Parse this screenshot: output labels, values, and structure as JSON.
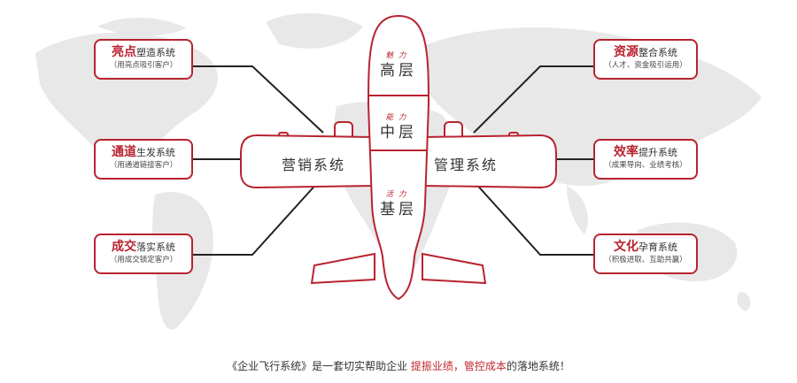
{
  "colors": {
    "accent": "#b8232f",
    "line": "#222222",
    "map": "#e6e6e6"
  },
  "left_boxes": [
    {
      "highlight": "亮点",
      "rest": "塑造系统",
      "sub": "（用亮点吸引客户）"
    },
    {
      "highlight": "通道",
      "rest": "生发系统",
      "sub": "（用通道链接客户）"
    },
    {
      "highlight": "成交",
      "rest": "落实系统",
      "sub": "（用成交锁定客户）"
    }
  ],
  "right_boxes": [
    {
      "highlight": "资源",
      "rest": "整合系统",
      "sub": "（人才、资金吸引运用）"
    },
    {
      "highlight": "效率",
      "rest": "提升系统",
      "sub": "（成果导向、业绩考核）"
    },
    {
      "highlight": "文化",
      "rest": "孕育系统",
      "sub": "（积极进取、互助共赢）"
    }
  ],
  "plane": {
    "levels": [
      {
        "small": "魅力",
        "big": "高层"
      },
      {
        "small": "能力",
        "big": "中层"
      },
      {
        "small": "活力",
        "big": "基层"
      }
    ],
    "left_wing": "营销系统",
    "right_wing": "管理系统"
  },
  "caption": {
    "prefix": "《企业飞行系统》是一套切实帮助企业",
    "highlight": "提振业绩，管控成本",
    "suffix": "的落地系统！"
  }
}
